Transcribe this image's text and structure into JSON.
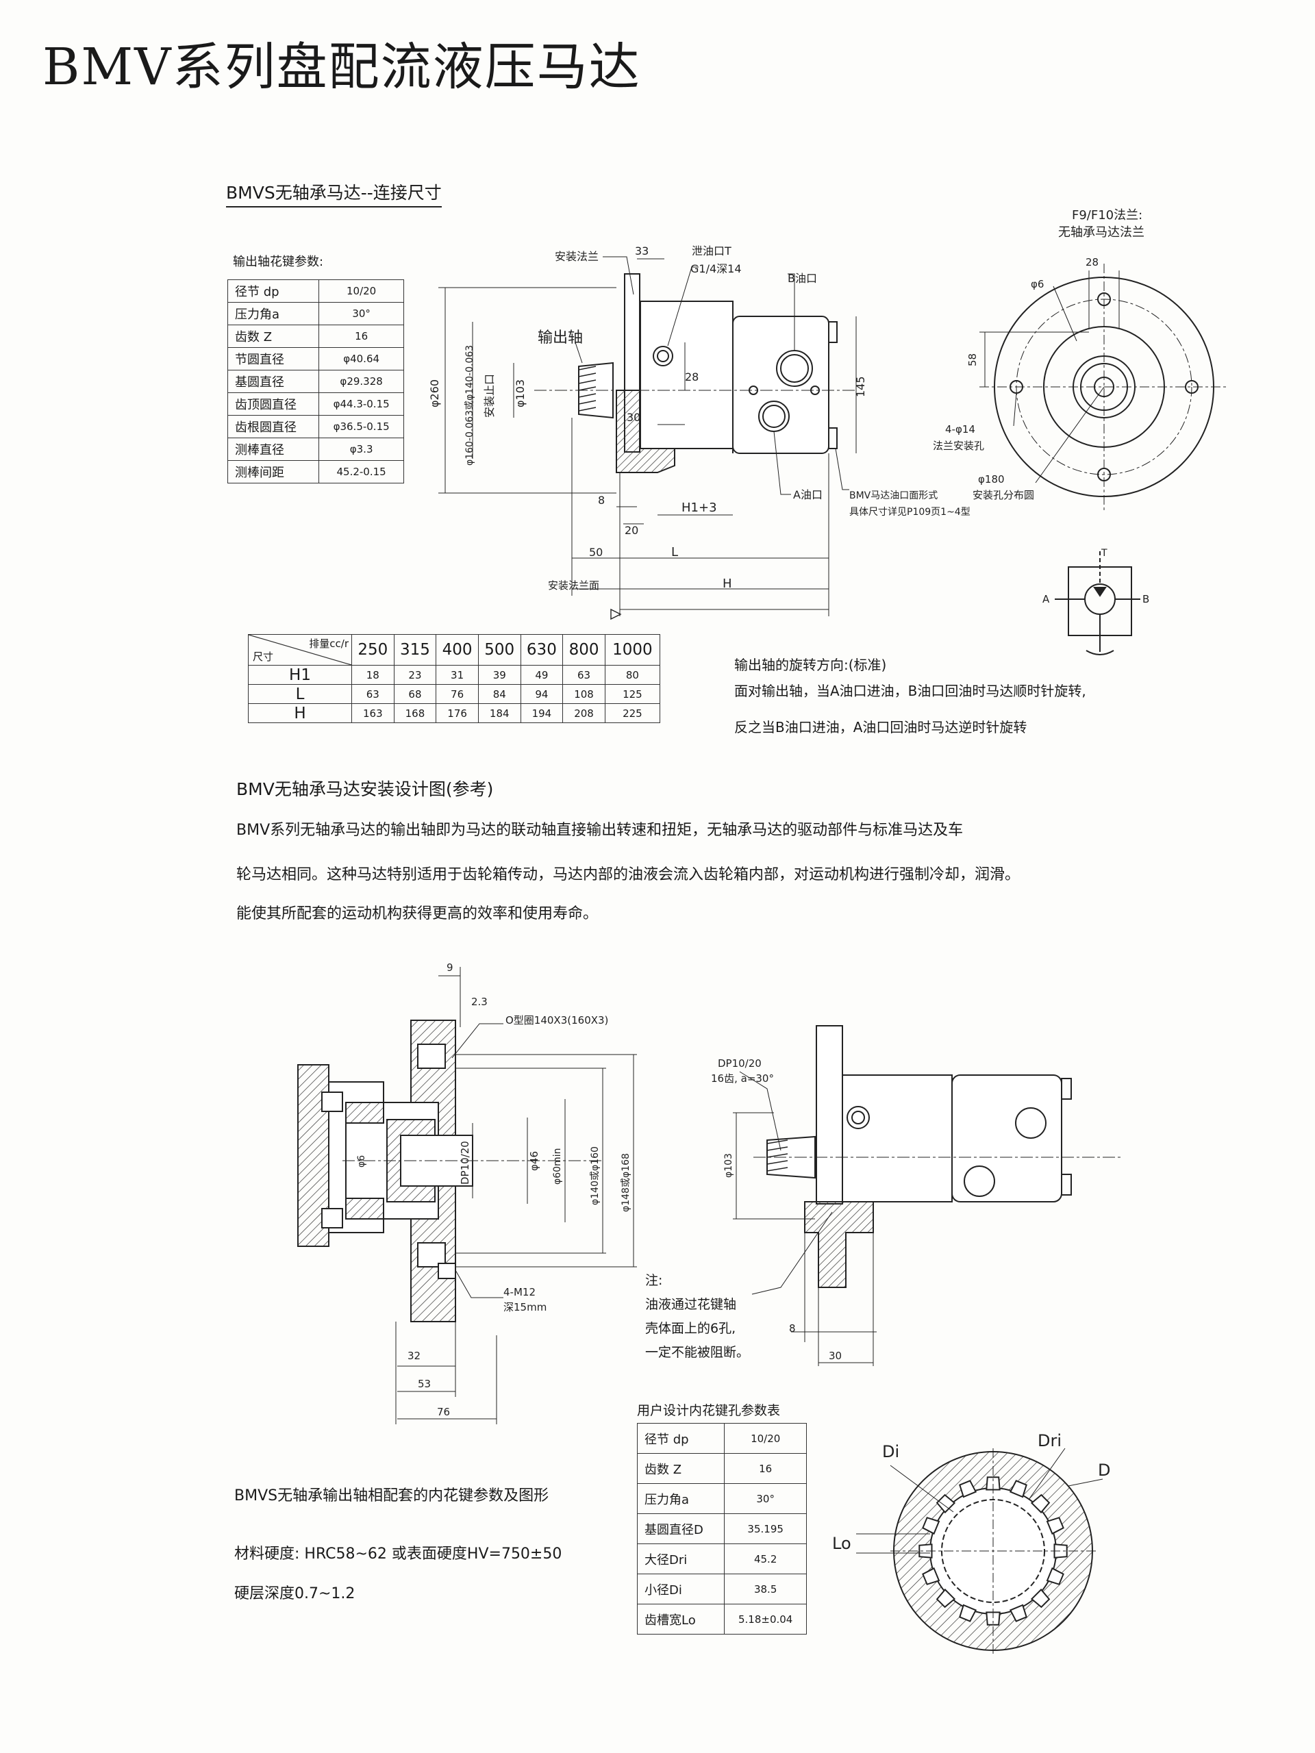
{
  "header": {
    "title": "BMV系列盘配流液压马达"
  },
  "section1": {
    "title": "BMVS无轴承马达--连接尺寸",
    "spline_title": "输出轴花键参数:",
    "spline_rows": [
      {
        "label": "径节 dp",
        "value": "10/20"
      },
      {
        "label": "压力角a",
        "value": "30°"
      },
      {
        "label": "齿数 Z",
        "value": "16"
      },
      {
        "label": "节圆直径",
        "value": "φ40.64"
      },
      {
        "label": "基圆直径",
        "value": "φ29.328"
      },
      {
        "label": "齿顶圆直径",
        "value": "φ44.3-0.15"
      },
      {
        "label": "齿根圆直径",
        "value": "φ36.5-0.15"
      },
      {
        "label": "测棒直径",
        "value": "φ3.3"
      },
      {
        "label": "测棒间距",
        "value": "45.2-0.15"
      }
    ],
    "drawing_labels": {
      "mount_flange": "安装法兰",
      "dim_33": "33",
      "drain": "泄油口T",
      "drain_thread": "G1/4深14",
      "port_b": "B油口",
      "output_shaft": "输出轴",
      "dim_28": "28",
      "dim_30": "30",
      "dim_145": "145",
      "phi260": "φ260",
      "phi160": "φ160-0.063或φ140-0.063",
      "pilot": "安装止口",
      "phi103": "φ103",
      "port_a": "A油口",
      "port_note1": "BMV马达油口面形式",
      "port_note2": "具体尺寸详见P109页1~4型",
      "dim_8": "8",
      "dim_20": "20",
      "h1_3": "H1+3",
      "dim_50": "50",
      "dim_l": "L",
      "dim_h": "H",
      "flange_face": "安装法兰面",
      "flange_title1": "F9/F10法兰:",
      "flange_title2": "无轴承马达法兰",
      "flange_28": "28",
      "flange_phi6": "φ6",
      "flange_58": "58",
      "flange_holes": "4-φ14",
      "flange_holes_desc": "法兰安装孔",
      "flange_pcd": "φ180",
      "flange_pcd_desc": "安装孔分布圆",
      "sym_t": "T",
      "sym_a": "A",
      "sym_b": "B"
    },
    "disp_table": {
      "corner_top": "排量cc/r",
      "corner_bottom": "尺寸",
      "columns": [
        "250",
        "315",
        "400",
        "500",
        "630",
        "800",
        "1000"
      ],
      "rows": [
        {
          "name": "H1",
          "values": [
            "18",
            "23",
            "31",
            "39",
            "49",
            "63",
            "80"
          ]
        },
        {
          "name": "L",
          "values": [
            "63",
            "68",
            "76",
            "84",
            "94",
            "108",
            "125"
          ]
        },
        {
          "name": "H",
          "values": [
            "163",
            "168",
            "176",
            "184",
            "194",
            "208",
            "225"
          ]
        }
      ]
    },
    "rotation": {
      "title": "输出轴的旋转方向:(标准)",
      "line1": "面对输出轴，当A油口进油，B油口回油时马达顺时针旋转,",
      "line2": "反之当B油口进油，A油口回油时马达逆时针旋转"
    }
  },
  "section2": {
    "title": "BMV无轴承马达安装设计图(参考)",
    "para1": "BMV系列无轴承马达的输出轴即为马达的联动轴直接输出转速和扭矩，无轴承马达的驱动部件与标准马达及车",
    "para2": "轮马达相同。这种马达特别适用于齿轮箱传动，马达内部的油液会流入齿轮箱内部，对运动机构进行强制冷却，润滑。",
    "para3": "能使其所配套的运动机构获得更高的效率和使用寿命。",
    "drawing_labels": {
      "d9": "9",
      "d23": "2.3",
      "oring": "O型圈140X3(160X3)",
      "phi6": "φ6",
      "dp": "DP10/20",
      "phi46": "φ46",
      "phi60": "φ60min",
      "phi140": "φ140或φ160",
      "phi148": "φ148或φ168",
      "m12": "4-M12",
      "m12_depth": "深15mm",
      "d32": "32",
      "d53": "53",
      "d76": "76",
      "r_dp": "DP10/20",
      "r_teeth": "16齿, a=30°",
      "r_phi103": "φ103",
      "note_title": "注:",
      "note1": "油液通过花键轴",
      "note2": "壳体面上的6孔,",
      "note3": "一定不能被阻断。",
      "r_d8": "8",
      "r_d30": "30"
    }
  },
  "section3": {
    "table_title": "用户设计内花键孔参数表",
    "user_rows": [
      {
        "label": "径节 dp",
        "value": "10/20"
      },
      {
        "label": "齿数 Z",
        "value": "16"
      },
      {
        "label": "压力角a",
        "value": "30°"
      },
      {
        "label": "基圆直径D",
        "value": "35.195"
      },
      {
        "label": "大径Dri",
        "value": "45.2"
      },
      {
        "label": "小径Di",
        "value": "38.5"
      },
      {
        "label": "齿槽宽Lo",
        "value": "5.18±0.04"
      }
    ],
    "caption": "BMVS无轴承输出轴相配套的内花键参数及图形",
    "hardness": "材料硬度: HRC58~62 或表面硬度HV=750±50",
    "depth": "硬层深度0.7~1.2",
    "spline_labels": {
      "di": "Di",
      "dri": "Dri",
      "d": "D",
      "lo": "Lo"
    }
  }
}
